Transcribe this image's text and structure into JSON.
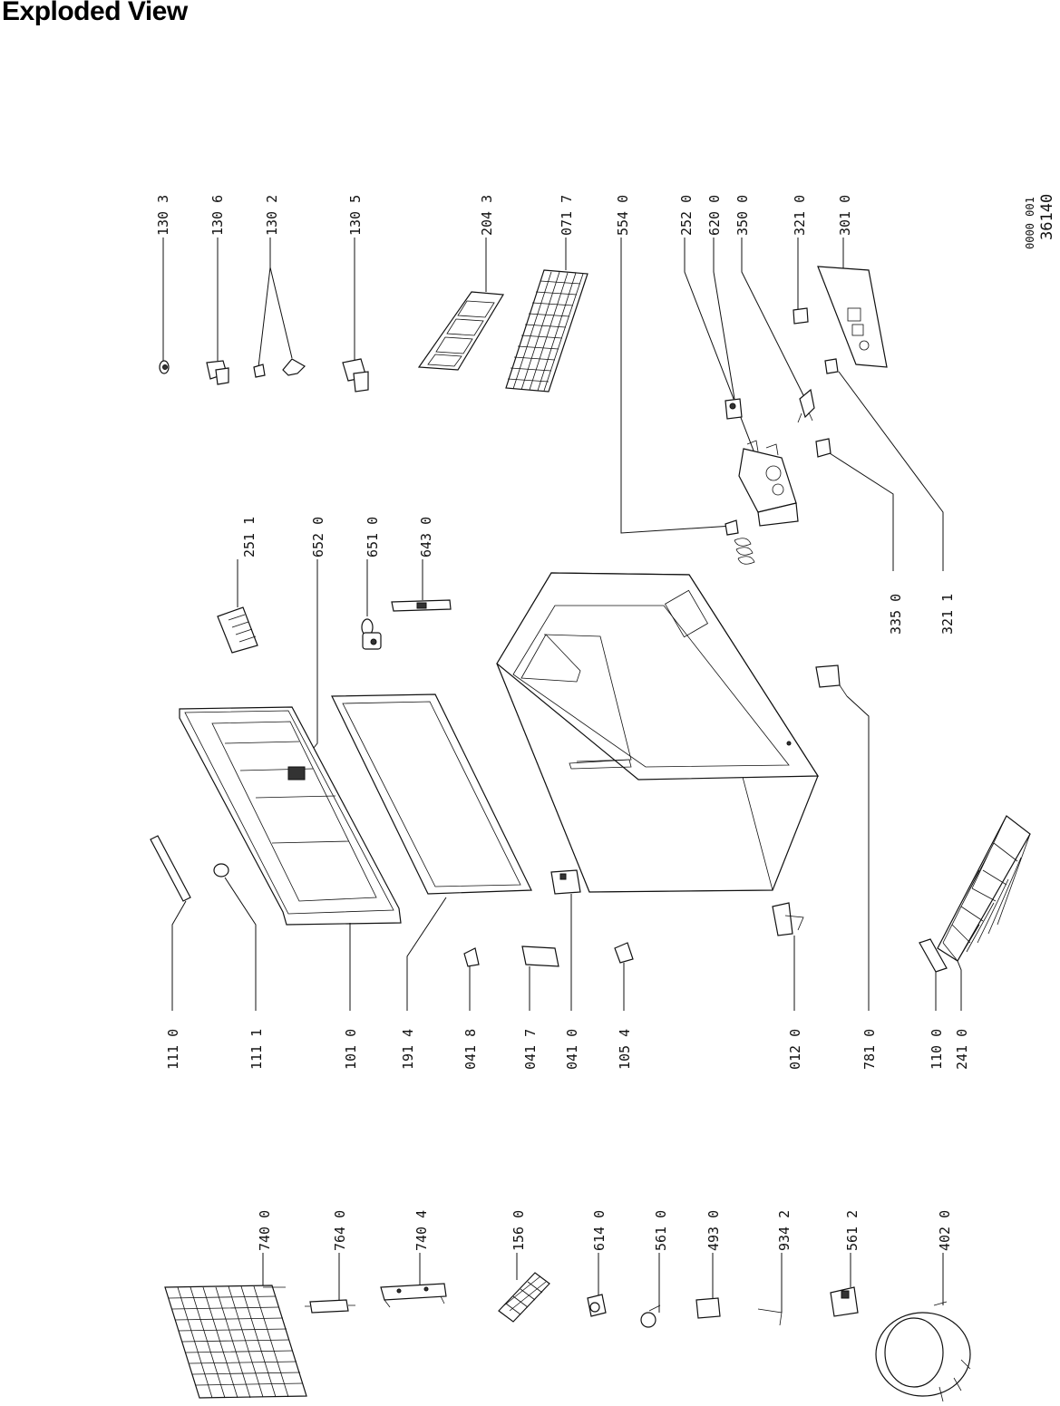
{
  "title": "Exploded View",
  "drawing_code": "0000 001",
  "drawing_number": "36140",
  "labels": {
    "p1303": "130 3",
    "p1306": "130 6",
    "p1302": "130 2",
    "p1305": "130 5",
    "p2043": "204 3",
    "p0717": "071 7",
    "p5540": "554 0",
    "p2520": "252 0",
    "p6200": "620 0",
    "p3500": "350 0",
    "p3210": "321 0",
    "p3010": "301 0",
    "p2511": "251 1",
    "p6520": "652 0",
    "p6510": "651 0",
    "p6430": "643 0",
    "p3350": "335 0",
    "p3211": "321 1",
    "p1110": "111 0",
    "p1111": "111 1",
    "p1010": "101 0",
    "p1914": "191 4",
    "p0418": "041 8",
    "p0417": "041 7",
    "p0410": "041 0",
    "p1054": "105 4",
    "p0120": "012 0",
    "p7810": "781 0",
    "p1100": "110 0",
    "p2410": "241 0",
    "p7400": "740 0",
    "p7640": "764 0",
    "p7404": "740 4",
    "p1560": "156 0",
    "p6140": "614 0",
    "p5610": "561 0",
    "p4930": "493 0",
    "p9342": "934 2",
    "p5612": "561 2",
    "p4020": "402 0"
  }
}
